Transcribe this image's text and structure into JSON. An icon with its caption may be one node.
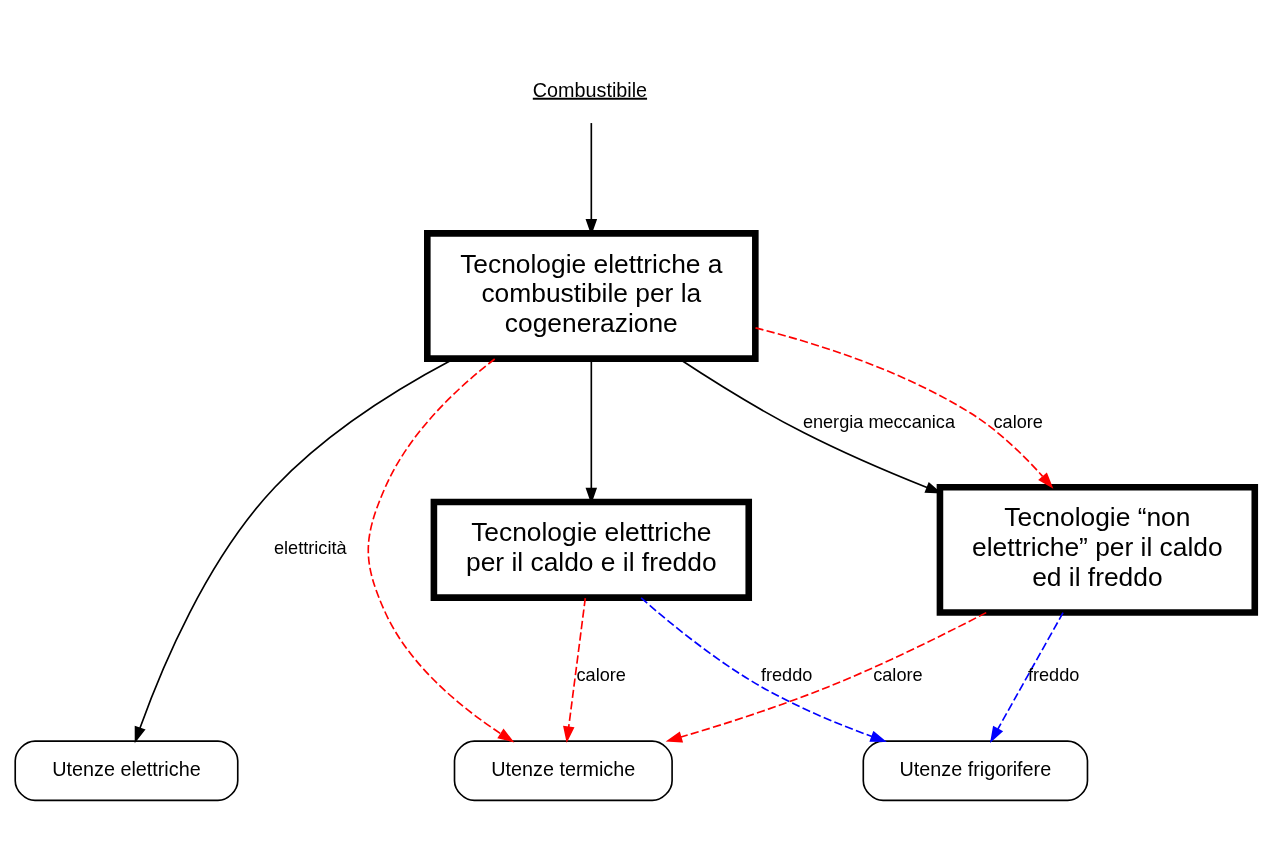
{
  "diagram": {
    "nodes": [
      {
        "text": [
          "Combustibile"
        ]
      },
      {
        "text": [
          "Tecnologie elettriche a combustibile per la cogenerazione"
        ]
      },
      {
        "text": [
          "Tecnologie elettriche per il caldo e il freddo"
        ]
      },
      {
        "text": [
          "Tecnologie “non elettriche” per il caldo ed il freddo"
        ]
      },
      {
        "text": [
          "Utenze elettriche"
        ]
      },
      {
        "text": [
          "Utenze termiche"
        ]
      },
      {
        "text": [
          "Utenze frigorifere"
        ]
      }
    ],
    "edges": [
      {
        "from": 0,
        "to": 1,
        "arrow": "to"
      },
      {
        "from": 1,
        "to": 3,
        "arrow": "to",
        "label": "energia meccanica"
      },
      {
        "from": 1,
        "to": 3,
        "arrow": "to",
        "label": "calore",
        "style": "dashed",
        "color": "#ff0000"
      },
      {
        "from": 1,
        "to": 5,
        "arrow": "to",
        "style": "dashed",
        "color": "#ff0000"
      },
      {
        "from": 1,
        "to": 4,
        "arrow": "to",
        "label": "elettricità"
      },
      {
        "from": 1,
        "to": 2,
        "arrow": "to"
      },
      {
        "from": 2,
        "to": 5,
        "arrow": "to",
        "label": "calore",
        "style": "dashed",
        "color": "#ff0000"
      },
      {
        "from": 2,
        "to": 6,
        "arrow": "to",
        "label": "freddo",
        "style": "dashed",
        "color": "#0000ff"
      },
      {
        "from": 3,
        "to": 5,
        "arrow": "to",
        "label": "calore",
        "style": "dashed",
        "color": "#ff0000"
      },
      {
        "from": 3,
        "to": 6,
        "arrow": "to",
        "label": "freddo",
        "style": "dashed",
        "color": "#0000ff"
      }
    ]
  }
}
